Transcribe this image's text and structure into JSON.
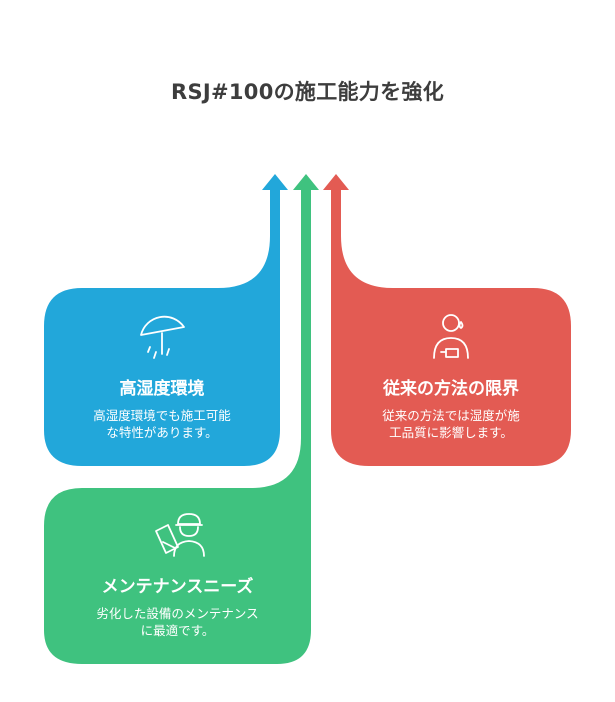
{
  "title": "RSJ#100の施工能力を強化",
  "colors": {
    "blue": "#22a7da",
    "green": "#3fc27f",
    "red": "#e35b53",
    "title_text": "#3d3d3d"
  },
  "cards": [
    {
      "icon": "umbrella-icon",
      "title": "高湿度環境",
      "desc_lines": [
        "高湿度環境でも施工可能",
        "な特性があります。"
      ]
    },
    {
      "icon": "sweating-person-icon",
      "title": "従来の方法の限界",
      "desc_lines": [
        "従来の方法では湿度が施",
        "工品質に影響します。"
      ]
    },
    {
      "icon": "worker-with-tool-icon",
      "title": "メンテナンスニーズ",
      "desc_lines": [
        "劣化した設備のメンテナンス",
        "に最適です。"
      ]
    }
  ]
}
